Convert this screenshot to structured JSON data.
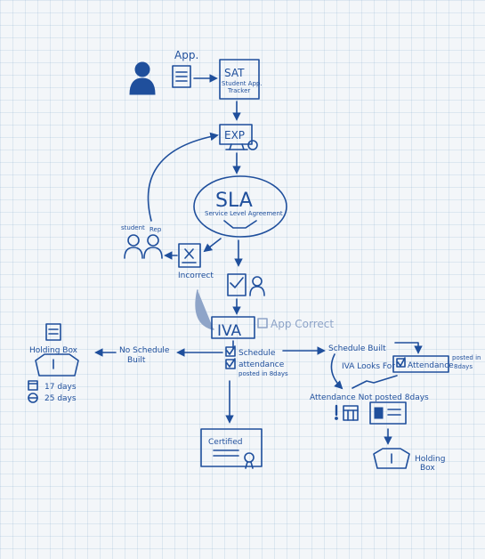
{
  "labels": {
    "app": "App.",
    "sat": "SAT",
    "sat_sub1": "Student App.",
    "sat_sub2": "Tracker",
    "exp": "EXP",
    "sla": "SLA",
    "sla_sub": "Service Level Agreement",
    "student": "student",
    "rep": "Rep",
    "incorrect": "Incorrect",
    "iva": "IVA",
    "app_correct": "App Correct",
    "holding_box_left": "Holding Box",
    "no_schedule_1": "No Schedule",
    "no_schedule_2": "Built",
    "days_17": "17 days",
    "days_25": "25 days",
    "schedule": "Schedule",
    "attendance": "attendance",
    "posted_8days": "posted in 8days",
    "certified": "Certified",
    "schedule_built": "Schedule Built",
    "iva_looks_for": "IVA Looks For",
    "attendance_box": "Attendance",
    "posted_in": "posted in",
    "eight_days": "8days",
    "attendance_not_posted": "Attendance Not posted 8days",
    "holding_box_right_1": "Holding",
    "holding_box_right_2": "Box"
  },
  "colors": {
    "ink": "#1f4f9c",
    "paper": "#f3f6f9",
    "grid": "#9fbcd8"
  },
  "icons": [
    "person-icon",
    "document-icon",
    "monitor-icon",
    "mail-icon",
    "handshake-icon",
    "checklist-icon",
    "box-icon",
    "calendar-icon",
    "globe-icon",
    "certificate-icon",
    "ribbon-icon",
    "calendar-grid-icon",
    "id-card-icon"
  ]
}
